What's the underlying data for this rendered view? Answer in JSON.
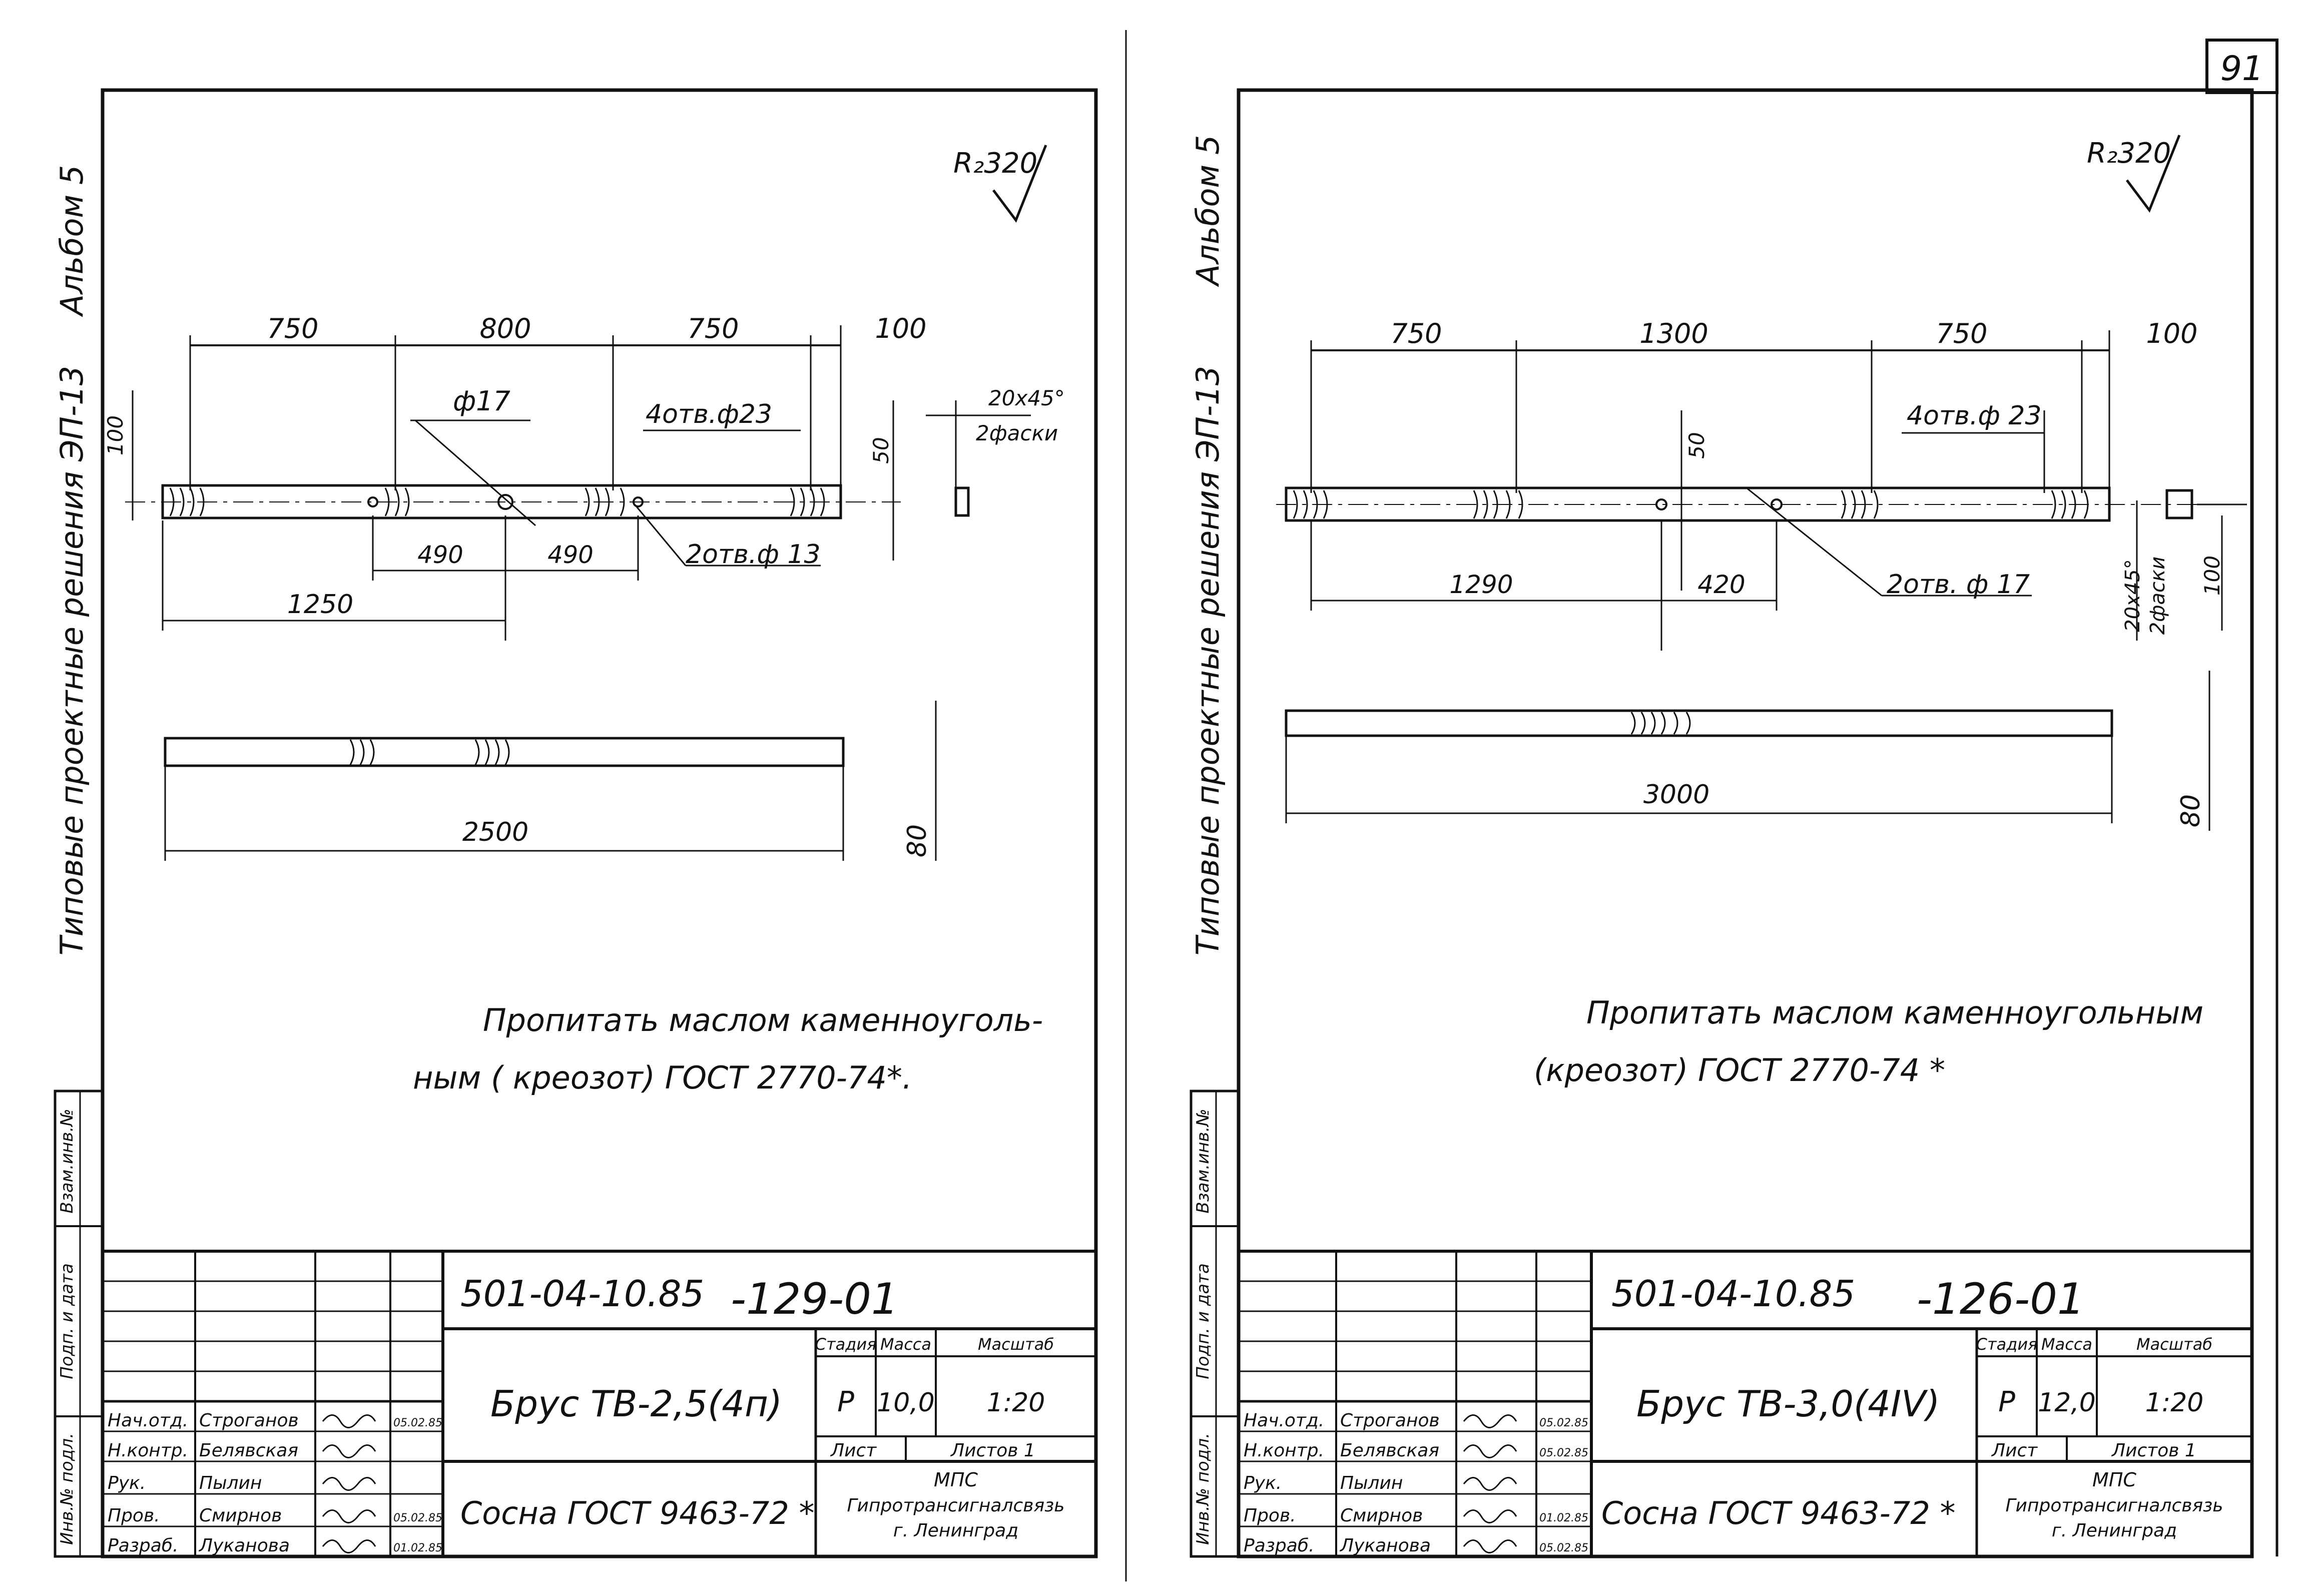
{
  "page_number": "91",
  "sheets": [
    {
      "side": "left",
      "roughness": "R₂320",
      "side_labels": {
        "album": "Альбом 5",
        "series": "Типовые проектные решения ЭП-13"
      },
      "top_dims": [
        "750",
        "800",
        "750",
        "100"
      ],
      "height_dim": "100",
      "holes_center": "ф17",
      "holes_four": "4отв.ф23",
      "holes_two": "2отв.ф 13",
      "thickness_dim": "50",
      "bottom_dims": [
        "490",
        "490"
      ],
      "offset_dim": "1250",
      "chamfer": "20x45°",
      "chamfer_count": "2фаски",
      "length_dim": "2500",
      "width_dim": "80",
      "note_line1": "Пропитать маслом каменноуголь-",
      "note_line2": "ным ( креозот)  ГОСТ 2770-74*.",
      "doc_code": "501-04-10.85",
      "doc_suffix": "-129-01",
      "title": "Брус ТВ-2,5(4п)",
      "material": "Сосна ГОСТ 9463-72 *",
      "stage_hdr": "Стадия",
      "mass_hdr": "Масса",
      "scale_hdr": "Масштаб",
      "stage": "Р",
      "mass": "10,0",
      "scale": "1:20",
      "sheet_hdr": "Лист",
      "sheets_hdr": "Листов 1",
      "org1": "МПС",
      "org2": "Гипротрансигналсвязь",
      "org3": "г. Ленинград",
      "roles": [
        "Нач.отд.",
        "Н.контр.",
        "Рук.",
        "Пров.",
        "Разраб."
      ],
      "names": [
        "Строганов",
        "Белявская",
        "Пылин",
        "Смирнов",
        "Луканова"
      ],
      "dates": [
        "05.02.85",
        "",
        "",
        "05.02.85",
        "01.02.85"
      ],
      "margin_labels": [
        "Взам.инв.№",
        "Подп. и дата",
        "Инв.№ подл."
      ]
    },
    {
      "side": "right",
      "roughness": "R₂320",
      "side_labels": {
        "album": "Альбом 5",
        "series": "Типовые проектные решения ЭП-13"
      },
      "top_dims": [
        "750",
        "1300",
        "750",
        "100"
      ],
      "thickness_dim": "50",
      "holes_four": "4отв.ф 23",
      "holes_two": "2отв. ф 17",
      "bottom_dims": [
        "1290",
        "420"
      ],
      "chamfer": "20x45°",
      "chamfer_count": "2фаски",
      "height_dim": "100",
      "length_dim": "3000",
      "width_dim": "80",
      "note_line1": "Пропитать маслом каменноугольным",
      "note_line2": "(креозот)  ГОСТ 2770-74 *",
      "doc_code": "501-04-10.85",
      "doc_suffix": "-126-01",
      "title": "Брус ТВ-3,0(4IV)",
      "material": "Сосна ГОСТ 9463-72 *",
      "stage_hdr": "Стадия",
      "mass_hdr": "Масса",
      "scale_hdr": "Масштаб",
      "stage": "Р",
      "mass": "12,0",
      "scale": "1:20",
      "sheet_hdr": "Лист",
      "sheets_hdr": "Листов 1",
      "org1": "МПС",
      "org2": "Гипротрансигналсвязь",
      "org3": "г. Ленинград",
      "roles": [
        "Нач.отд.",
        "Н.контр.",
        "Рук.",
        "Пров.",
        "Разраб."
      ],
      "names": [
        "Строганов",
        "Белявская",
        "Пылин",
        "Смирнов",
        "Луканова"
      ],
      "dates": [
        "05.02.85",
        "05.02.85",
        "",
        "01.02.85",
        "05.02.85"
      ],
      "margin_labels": [
        "Взам.инв.№",
        "Подп. и дата",
        "Инв.№ подл."
      ]
    }
  ]
}
